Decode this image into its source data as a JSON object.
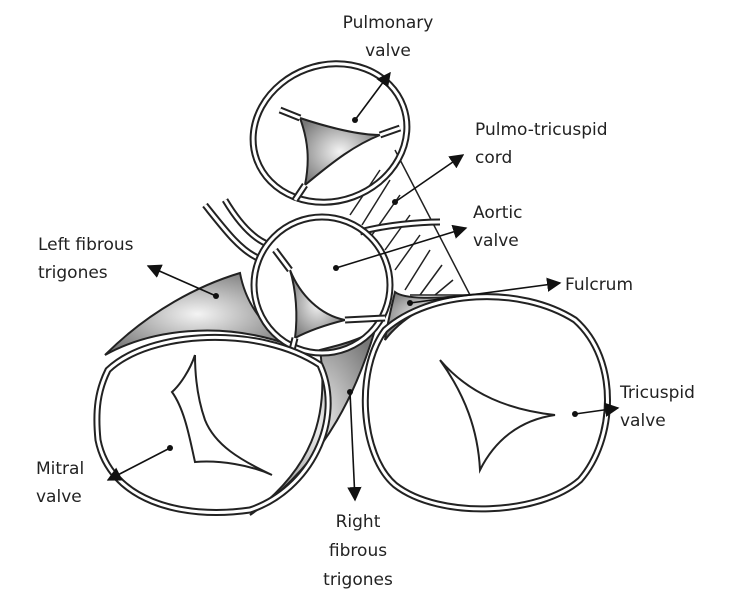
{
  "labels": {
    "pulmonary": [
      "Pulmonary",
      "valve"
    ],
    "pulmo_tricuspid": [
      "Pulmo-tricuspid",
      "cord"
    ],
    "aortic": [
      "Aortic",
      "valve"
    ],
    "left_fibrous": [
      "Left fibrous",
      "trigones"
    ],
    "fulcrum": [
      "Fulcrum"
    ],
    "tricuspid": [
      "Tricuspid",
      "valve"
    ],
    "mitral": [
      "Mitral",
      "valve"
    ],
    "right_fibrous": [
      "Right",
      "fibrous",
      "trigones"
    ]
  }
}
